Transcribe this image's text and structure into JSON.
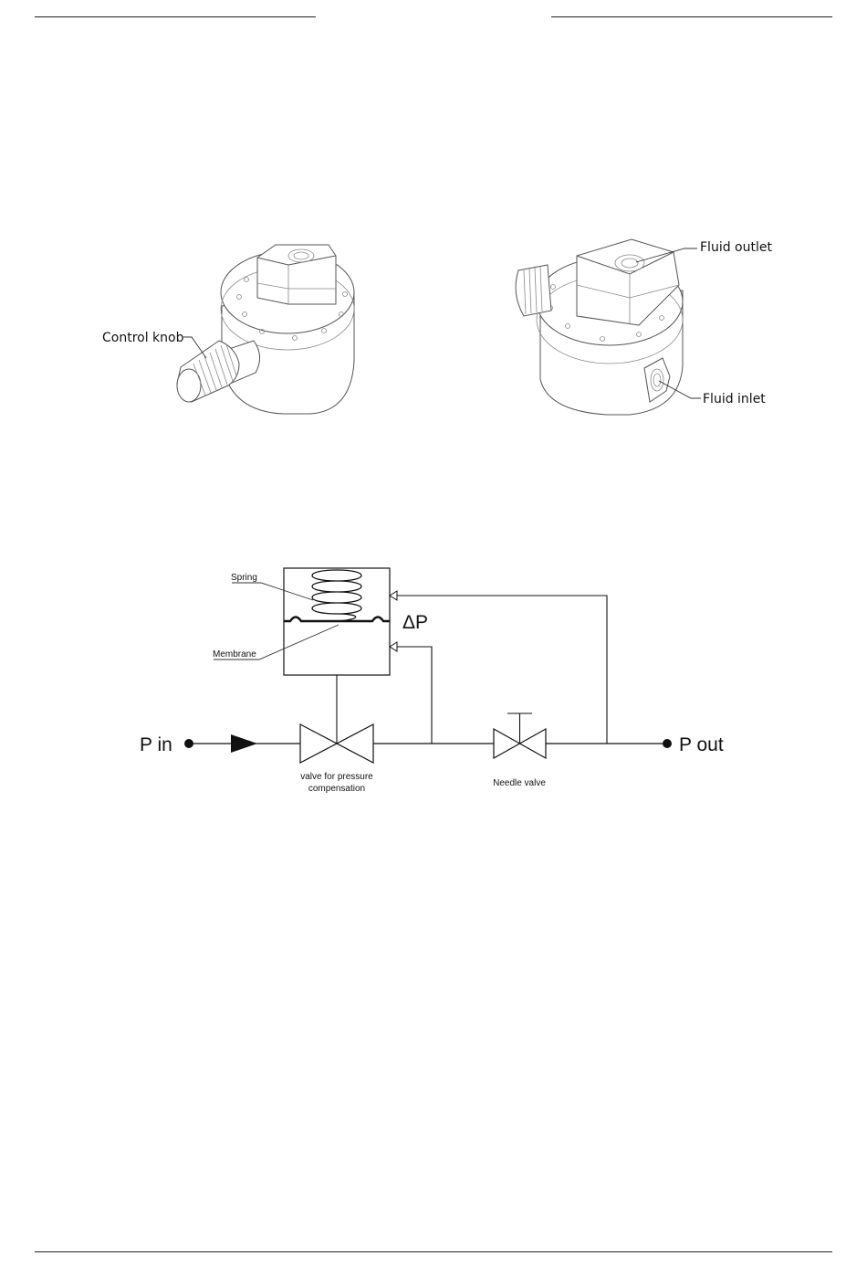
{
  "illustrations": {
    "left_device": {
      "callouts": {
        "control_knob": "Control knob"
      }
    },
    "right_device": {
      "callouts": {
        "fluid_outlet": "Fluid outlet",
        "fluid_inlet": "Fluid inlet"
      }
    }
  },
  "schematic": {
    "spring": "Spring",
    "membrane": "Membrane",
    "delta_p": "ΔP",
    "p_in": "P in",
    "p_out": "P out",
    "valve_compensation_line1": "valve for pressure",
    "valve_compensation_line2": "compensation",
    "needle_valve": "Needle valve"
  }
}
